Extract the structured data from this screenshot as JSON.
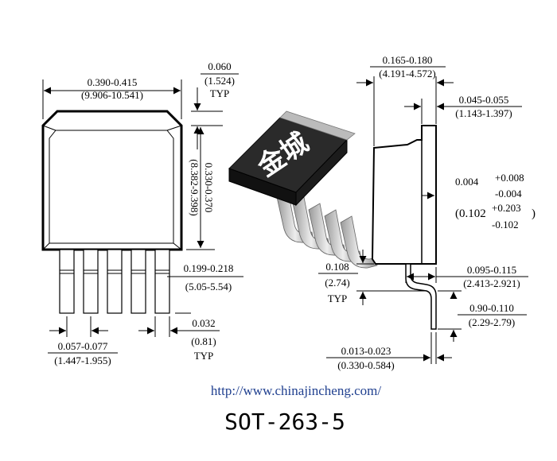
{
  "dimensions": {
    "body_width_in": "0.390-0.415",
    "body_width_mm": "(9.906-10.541)",
    "tab_height_in": "0.060",
    "tab_height_mm": "(1.524)",
    "tab_height_note": "TYP",
    "body_height_in": "0.330-0.370",
    "body_height_mm": "(8.382-9.398)",
    "lead_length_in": "0.199-0.218",
    "lead_length_mm": "(5.05-5.54)",
    "lead_pitch_in": "0.057-0.077",
    "lead_pitch_mm": "(1.447-1.955)",
    "lead_width_in": "0.032",
    "lead_width_mm": "(0.81)",
    "lead_width_note": "TYP",
    "side_thickness_in": "0.165-0.180",
    "side_thickness_mm": "(4.191-4.572)",
    "tab_thickness_in": "0.045-0.055",
    "tab_thickness_mm": "(1.143-1.397)",
    "standoff_in": "0.004",
    "standoff_tol_plus_in": "+0.008",
    "standoff_tol_minus_in": "-0.004",
    "standoff_mm": "(0.102",
    "standoff_tol_plus_mm": "+0.203",
    "standoff_close_mm": ")",
    "standoff_tol_minus_mm": "-0.102",
    "lead_offset_in": "0.108",
    "lead_offset_mm": "(2.74)",
    "lead_offset_note": "TYP",
    "lead_bend_in": "0.095-0.115",
    "lead_bend_mm": "(2.413-2.921)",
    "foot_length_in": "0.90-0.110",
    "foot_length_mm": "(2.29-2.79)",
    "lead_thickness_in": "0.013-0.023",
    "lead_thickness_mm": "(0.330-0.584)"
  },
  "chip_marking": "金城",
  "url": "http://www.chinajincheng.com/",
  "package_name": "SOT-263-5",
  "colors": {
    "ink": "#000000",
    "url": "#1f3f8f",
    "chip_body": "#1a1a1a",
    "lead_metal": "#c8c8c8"
  }
}
